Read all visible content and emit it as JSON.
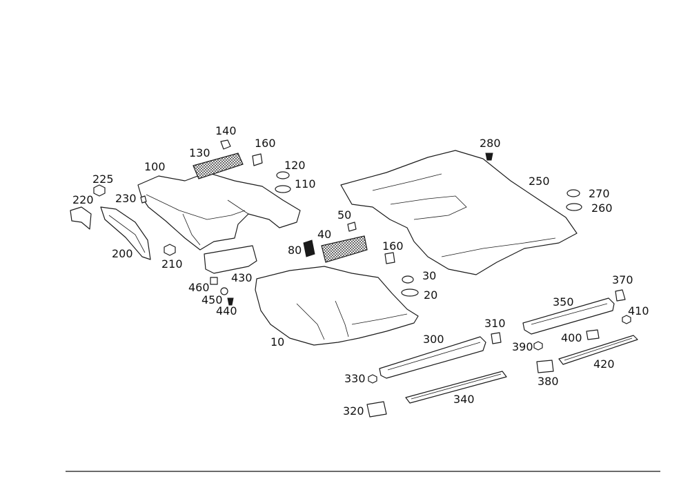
{
  "callouts": [
    "140",
    "160",
    "130",
    "100",
    "225",
    "220",
    "230",
    "120",
    "110",
    "200",
    "210",
    "460",
    "430",
    "450",
    "440",
    "50",
    "40",
    "80",
    "160",
    "30",
    "20",
    "10",
    "280",
    "250",
    "270",
    "260",
    "370",
    "350",
    "410",
    "310",
    "300",
    "400",
    "390",
    "420",
    "330",
    "380",
    "340",
    "320"
  ],
  "colors": {
    "line": "#1a1a1a",
    "background": "#ffffff"
  }
}
